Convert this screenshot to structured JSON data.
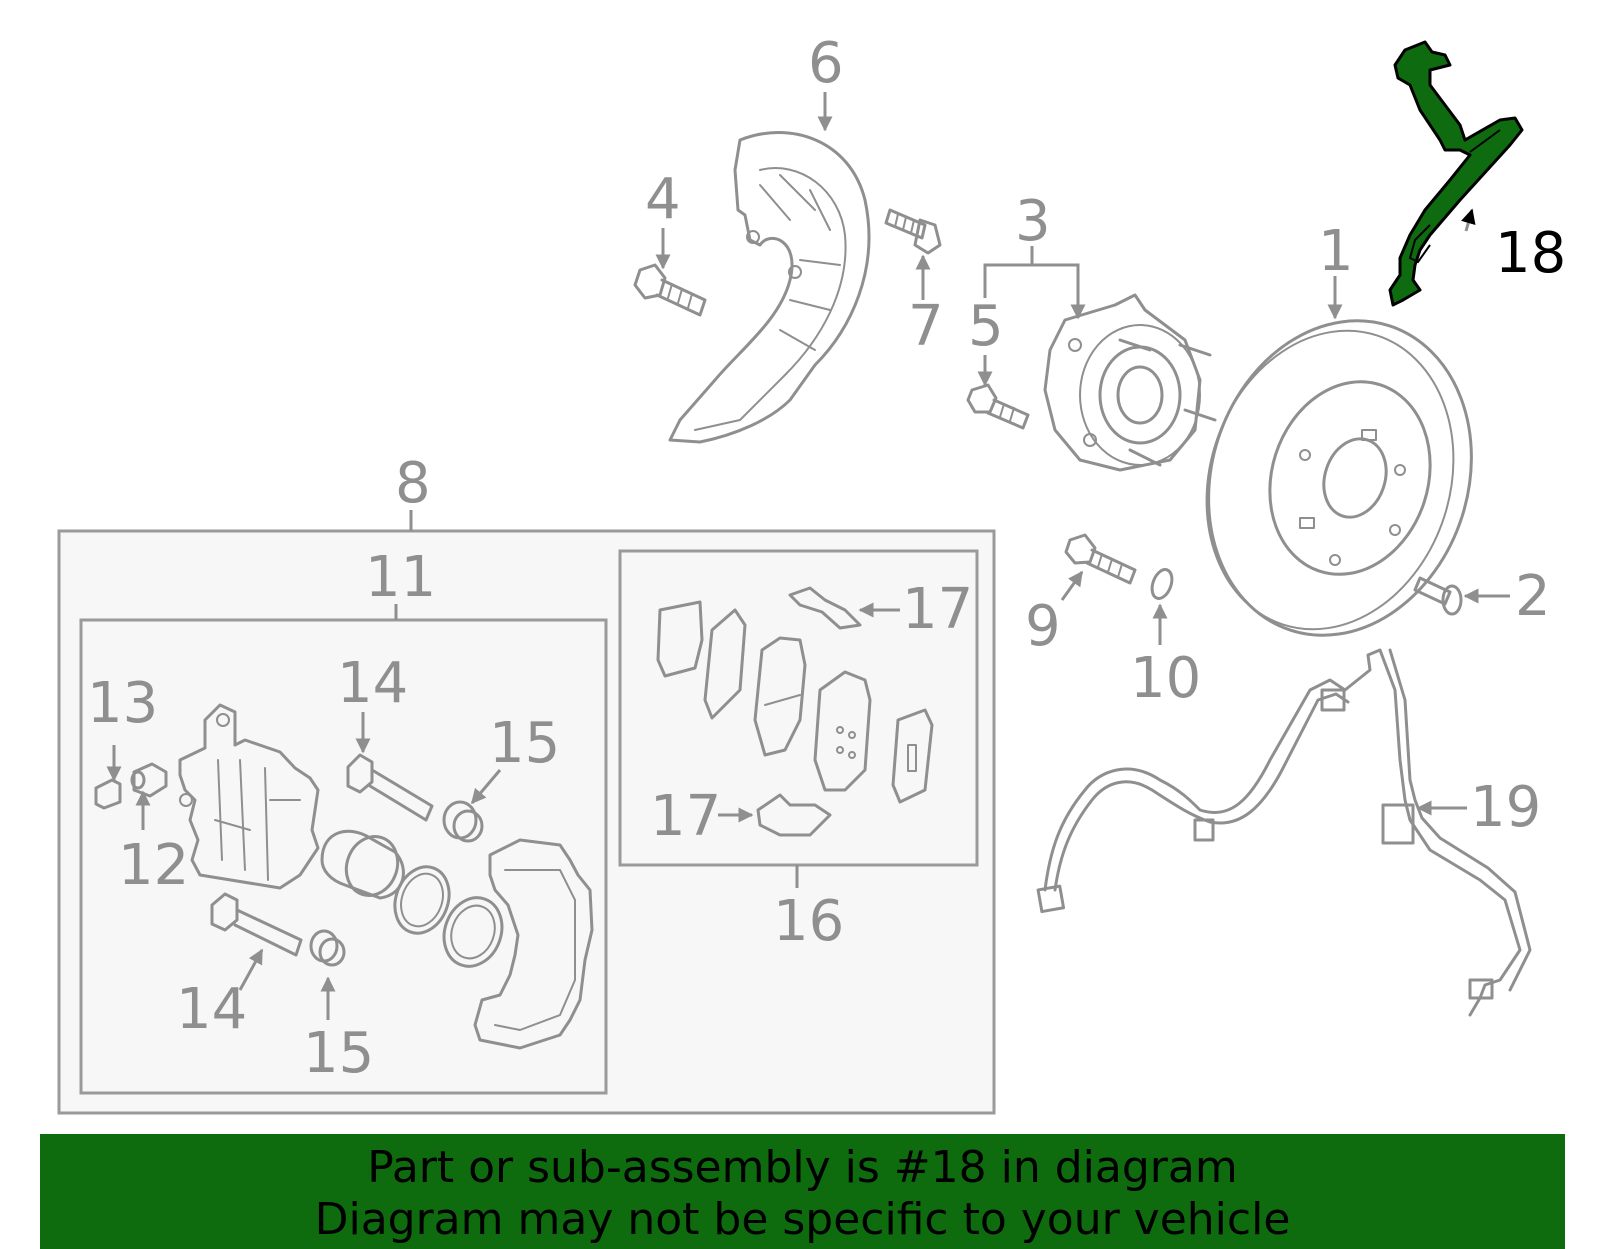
{
  "callouts": {
    "p1": "1",
    "p2": "2",
    "p3": "3",
    "p4": "4",
    "p5": "5",
    "p6": "6",
    "p7": "7",
    "p8": "8",
    "p9": "9",
    "p10": "10",
    "p11": "11",
    "p12": "12",
    "p13": "13",
    "p14a": "14",
    "p14b": "14",
    "p15a": "15",
    "p15b": "15",
    "p16": "16",
    "p17a": "17",
    "p17b": "17",
    "p18": "18",
    "p19": "19"
  },
  "highlighted_part": "18",
  "colors": {
    "highlight": "#0f6b0f",
    "line": "#8f8f8f",
    "banner": "#0e6b0e"
  },
  "banner": {
    "line1": "Part or sub-assembly is #18 in diagram",
    "line2": "Diagram may not be specific to your vehicle"
  }
}
